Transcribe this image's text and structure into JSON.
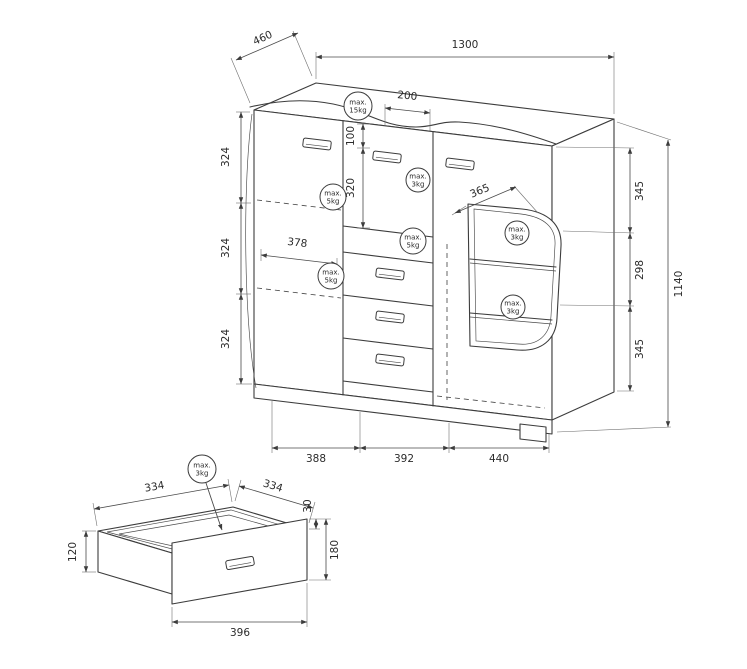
{
  "cabinet": {
    "dims": {
      "depth": "460",
      "width": "1300",
      "left": [
        "324",
        "324",
        "324"
      ],
      "inner_left_width": "378",
      "mid_recess": "100",
      "mid_compartment": "320",
      "top_opening": "200",
      "side_shelf": "365",
      "right": [
        "345",
        "298",
        "345"
      ],
      "height": "1140",
      "bottom": [
        "388",
        "392",
        "440"
      ]
    },
    "badges": {
      "top": {
        "l1": "max.",
        "l2": "15kg"
      },
      "left1": {
        "l1": "max.",
        "l2": "5kg"
      },
      "left2": {
        "l1": "max.",
        "l2": "5kg"
      },
      "flap": {
        "l1": "max.",
        "l2": "3kg"
      },
      "mid": {
        "l1": "max.",
        "l2": "5kg"
      },
      "side1": {
        "l1": "max.",
        "l2": "3kg"
      },
      "side2": {
        "l1": "max.",
        "l2": "3kg"
      }
    }
  },
  "drawer": {
    "dims": {
      "back_left": "334",
      "back_right": "334",
      "rim": "30",
      "front_height": "180",
      "side_height": "120",
      "width": "396"
    },
    "badge": {
      "l1": "max.",
      "l2": "3kg"
    }
  }
}
